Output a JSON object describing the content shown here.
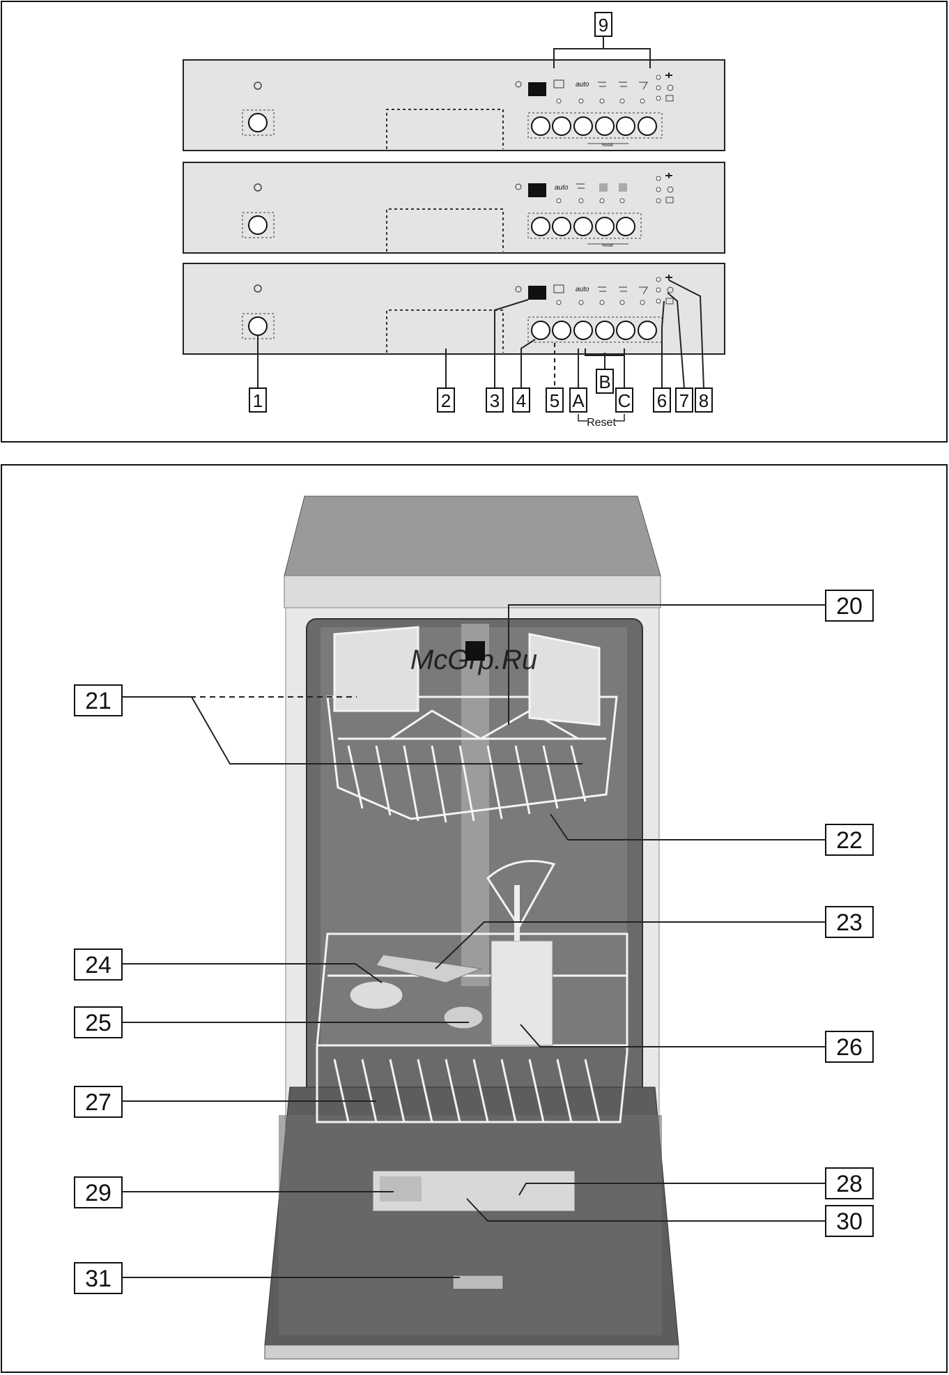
{
  "panel_figure": {
    "panel_icons": {
      "power": "power-icon",
      "timer": "clock-icon",
      "percent": "half-load-icon",
      "tap": "tap-icon",
      "salt": "salt-icon",
      "rinse": "rinse-aid-icon"
    },
    "program_texts": [
      "auto"
    ],
    "reset_small_text": [
      "Reset",
      "Reset"
    ],
    "callouts": [
      "1",
      "2",
      "3",
      "4",
      "5",
      "A",
      "B",
      "C",
      "6",
      "7",
      "8",
      "9"
    ],
    "reset_label": "Reset"
  },
  "machine_figure": {
    "callouts_left": [
      "21",
      "24",
      "25",
      "27",
      "29",
      "31"
    ],
    "callouts_right": [
      "20",
      "22",
      "23",
      "26",
      "28",
      "30"
    ],
    "watermark": "McGrp.Ru"
  },
  "colors": {
    "panel_fill": "#e4e4e4",
    "machine_body": "#d2d2d2",
    "interior": "#6a6a6a",
    "rack": "#f2f2f2",
    "watermark": "#cc1111"
  }
}
